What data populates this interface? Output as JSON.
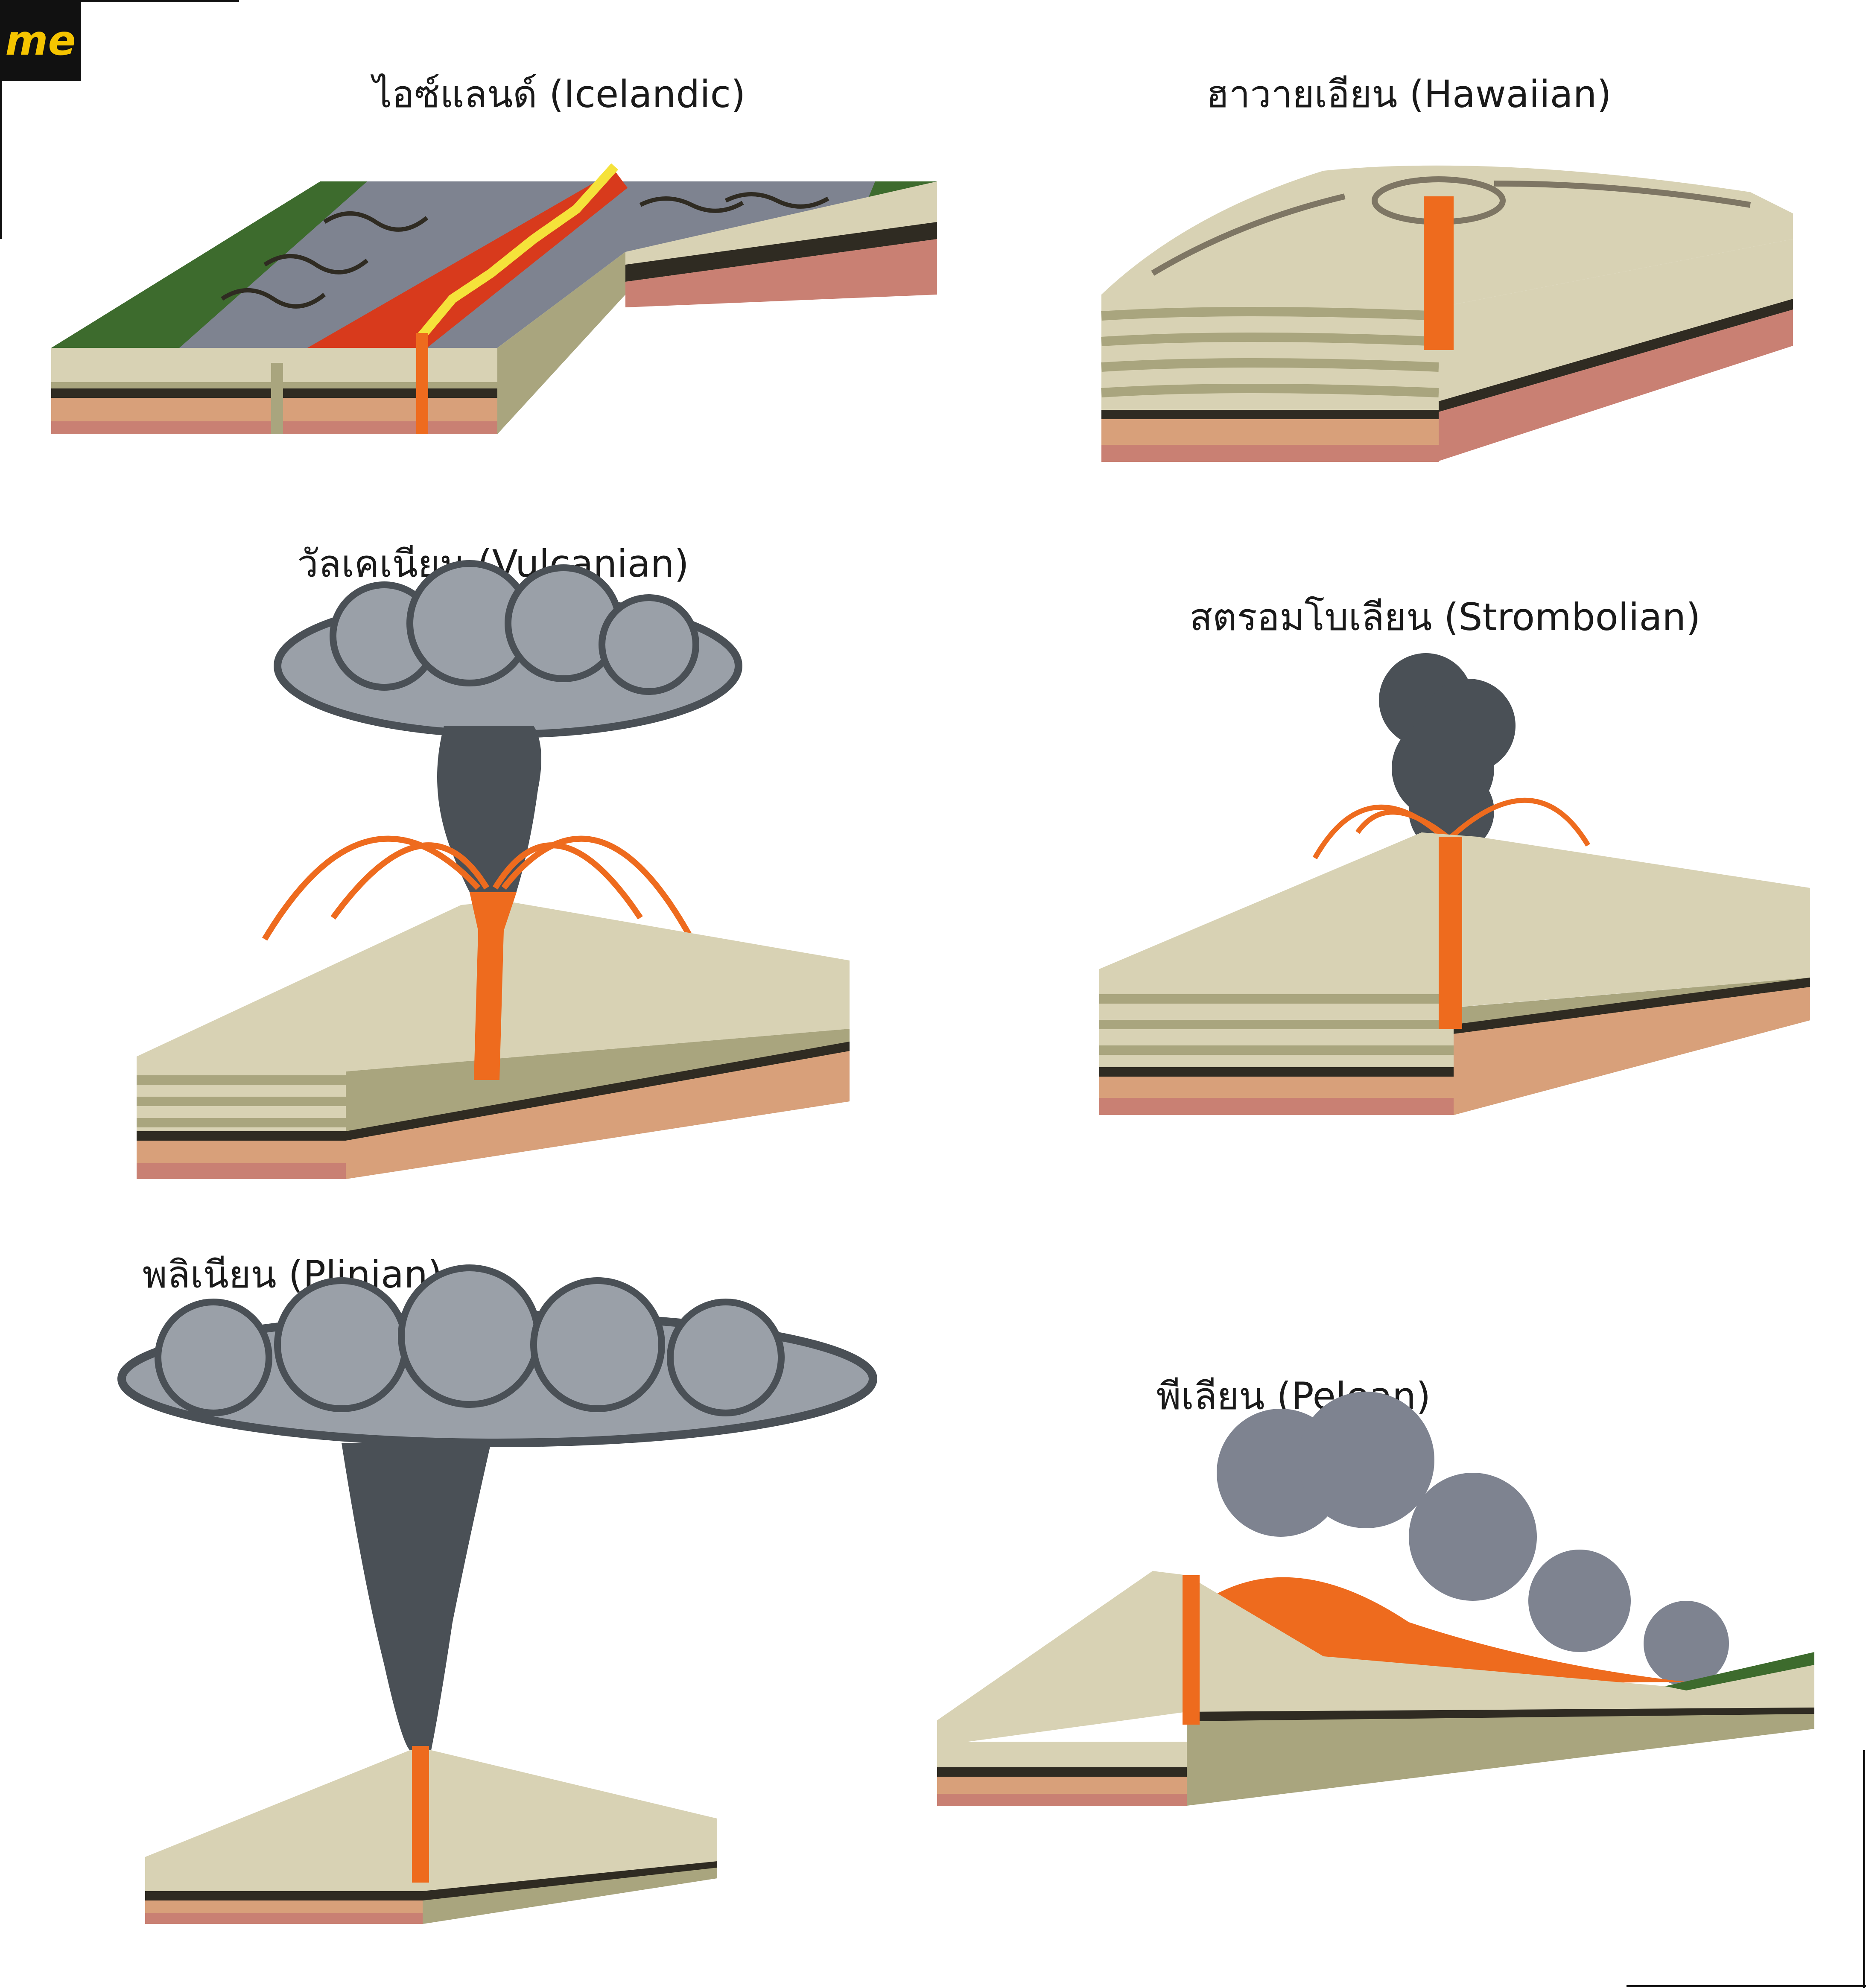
{
  "logo": {
    "text": "me",
    "color": "#f5c400"
  },
  "titles": {
    "icelandic": "ไอซ์แลนด์ (Icelandic)",
    "hawaiian": "ฮาวายเอียน (Hawaiian)",
    "vulcanian": "วัลเคเนียน (Vulcanian)",
    "strombolian": "สตรอมโบเลียน (Strombolian)",
    "plinian": "พลิเนียน (Plinian)",
    "pelean": "พีเลียน (Pelean)"
  },
  "colors": {
    "layer_light": "#d8d2b4",
    "layer_olive": "#a9a57e",
    "layer_dark": "#2f2b22",
    "layer_orange": "#d8a07a",
    "layer_pink": "#c98073",
    "lava": "#ee6b1e",
    "lava_red": "#d83a1c",
    "ash_light": "#9aa0a8",
    "ash_dark": "#4a5056",
    "grass": "#3d6b2d",
    "rock": "#7e8390"
  }
}
